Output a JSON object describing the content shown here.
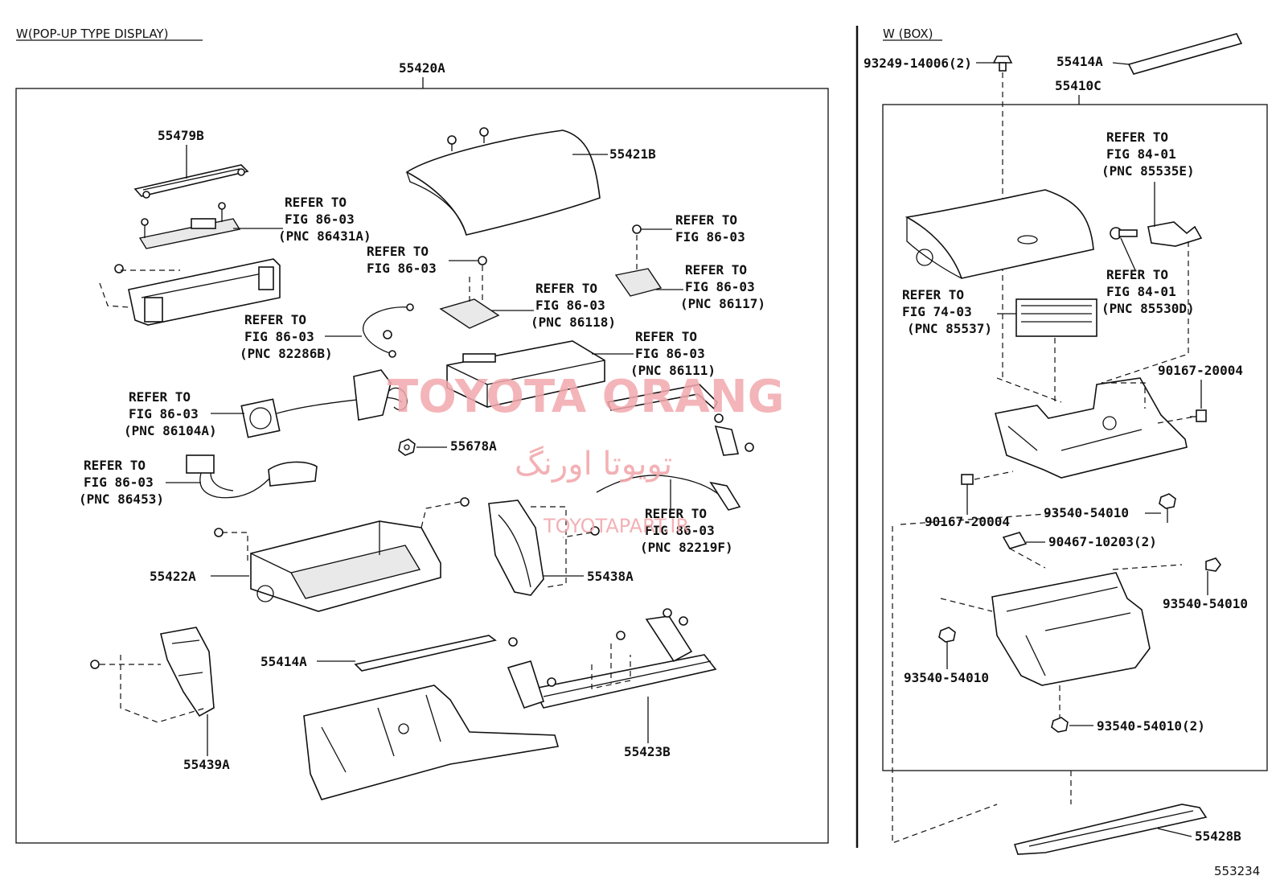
{
  "sections": {
    "left_title": "W(POP-UP TYPE DISPLAY)",
    "right_title": "W (BOX)"
  },
  "left_assembly": {
    "main_label": "55420A",
    "labels": {
      "p55479B": "55479B",
      "p55421B": "55421B",
      "p55678A": "55678A",
      "p55422A": "55422A",
      "p55438A": "55438A",
      "p55414A": "55414A",
      "p55439A": "55439A",
      "p55423B": "55423B"
    },
    "refers": {
      "r86431A": [
        "REFER TO",
        "FIG 86-03",
        "(PNC 86431A)"
      ],
      "rTopSmall": [
        "REFER TO",
        "FIG 86-03"
      ],
      "rMidSmall": [
        "REFER TO",
        "FIG 86-03"
      ],
      "r86117": [
        "REFER TO",
        "FIG 86-03",
        "(PNC 86117)"
      ],
      "r86118": [
        "REFER TO",
        "FIG 86-03",
        "(PNC 86118)"
      ],
      "r82286B": [
        "REFER TO",
        "FIG 86-03",
        "(PNC 82286B)"
      ],
      "r86111": [
        "REFER TO",
        "FIG 86-03",
        "(PNC 86111)"
      ],
      "r86104A": [
        "REFER TO",
        "FIG 86-03",
        "(PNC 86104A)"
      ],
      "r86453": [
        "REFER TO",
        "FIG 86-03",
        "(PNC 86453)"
      ],
      "r82219F": [
        "REFER TO",
        "FIG 86-03",
        "(PNC 82219F)"
      ]
    }
  },
  "right_assembly": {
    "main_label": "55410C",
    "labels": {
      "bolt_top": "93249-14006(2)",
      "p55414A": "55414A",
      "clip_r1": "90167-20004",
      "clip_l1": "90167-20004",
      "screw_a": "93540-54010",
      "clip2": "90467-10203(2)",
      "screw_b": "93540-54010",
      "screw_c": "93540-54010",
      "screw_d": "93540-54010(2)",
      "p55428B": "55428B"
    },
    "refers": {
      "r85535E": [
        "REFER TO",
        "FIG 84-01",
        "(PNC 85535E)"
      ],
      "r85530D": [
        "REFER TO",
        "FIG 84-01",
        "(PNC 85530D)"
      ],
      "r85537": [
        "REFER TO",
        "FIG 74-03",
        "(PNC 85537)"
      ]
    }
  },
  "watermark": {
    "main": "TOYOTA ORANG",
    "arabic": "تویوتا اورنگ",
    "site": "TOYOTAPART.IR"
  },
  "diagram_number": "553234"
}
